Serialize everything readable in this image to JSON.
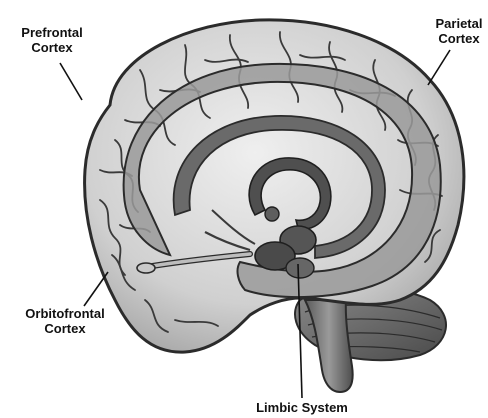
{
  "labels": {
    "prefrontal": {
      "line1": "Prefrontal",
      "line2": "Cortex"
    },
    "parietal": {
      "line1": "Parietal",
      "line2": "Cortex"
    },
    "orbitofrontal": {
      "line1": "Orbitofrontal",
      "line2": "Cortex"
    },
    "limbic": {
      "line1": "Limbic System"
    }
  },
  "colors": {
    "background": "#ffffff",
    "cortex_fill": "#d7d7d7",
    "cortex_stroke": "#2b2b2b",
    "limbic_band": "#9a9a9a",
    "limbic_dark": "#5e5e5e",
    "cerebellum": "#6d6d6d",
    "brainstem": "#7a7a7a",
    "leader_line": "#111111"
  }
}
